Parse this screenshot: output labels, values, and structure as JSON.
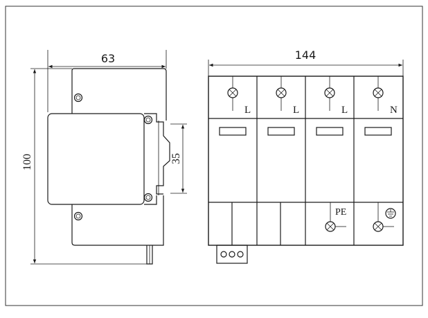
{
  "dimensions": {
    "side_width": "63",
    "front_width": "144",
    "height": "100",
    "rail_height": "35"
  },
  "poles": [
    {
      "top_label": "L",
      "bottom_label": ""
    },
    {
      "top_label": "L",
      "bottom_label": ""
    },
    {
      "top_label": "L",
      "bottom_label": "PE"
    },
    {
      "top_label": "N",
      "bottom_label": "ground-symbol"
    }
  ],
  "icons": {
    "terminal": "terminal-screw-icon",
    "screw": "screw-icon",
    "ground": "ground-icon",
    "port": "port-pin-icon"
  },
  "colors": {
    "stroke": "#1a1a1a",
    "background": "#ffffff",
    "frame": "#333333"
  }
}
